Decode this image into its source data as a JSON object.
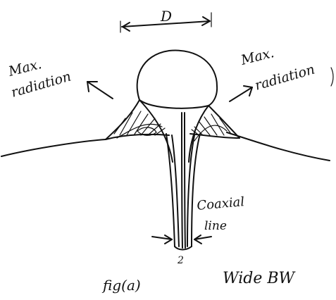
{
  "labels": {
    "dimension": "D",
    "max_radiation_left_line1": "Max.",
    "max_radiation_left_line2": "radiation",
    "max_radiation_right_line1": "Max.",
    "max_radiation_right_line2": "radiation",
    "coaxial_line1": "Coaxial",
    "coaxial_line2": "line",
    "feed_point": "2",
    "figure": "fig(a)",
    "caption": "Wide BW"
  }
}
